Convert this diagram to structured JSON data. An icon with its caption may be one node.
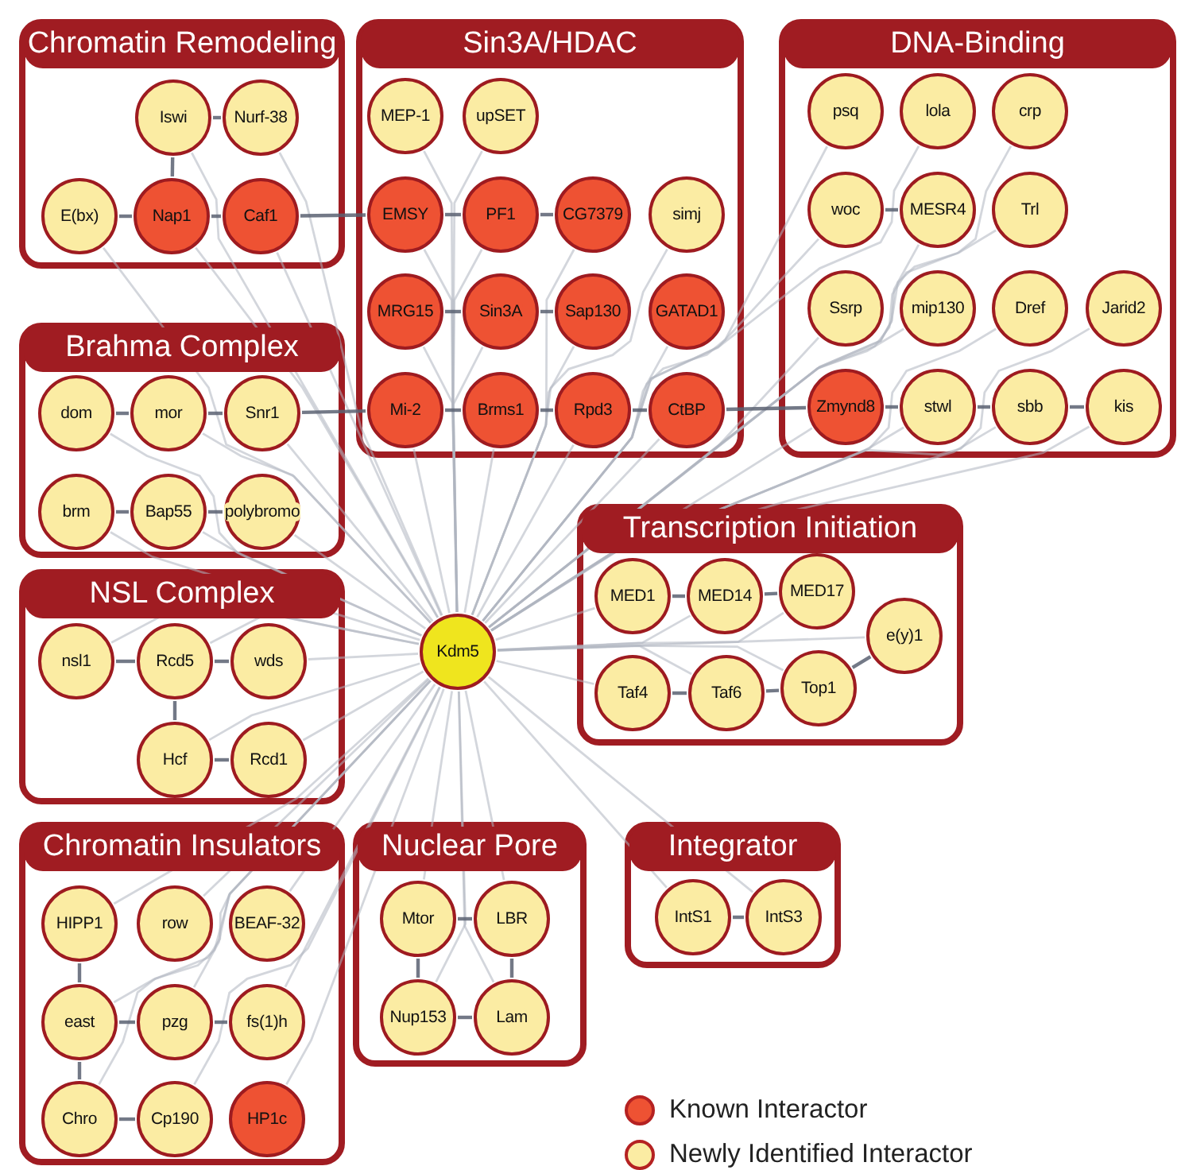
{
  "diagram": {
    "nodes": [
      {
        "text": [
          "Chromatin Remodeling"
        ]
      },
      {
        "text": [
          "Iswi"
        ],
        "in": 0
      },
      {
        "text": [
          "Nurf-38"
        ],
        "in": 0
      },
      {
        "text": [
          "E(bx)"
        ],
        "in": 0
      },
      {
        "text": [
          "Nap1"
        ],
        "in": 0
      },
      {
        "text": [
          "Caf1"
        ],
        "in": 0
      },
      {
        "text": [
          "Sin3A/HDAC"
        ]
      },
      {
        "text": [
          "MEP-1"
        ],
        "in": 6
      },
      {
        "text": [
          "upSET"
        ],
        "in": 6
      },
      {
        "text": [
          "EMSY"
        ],
        "in": 6
      },
      {
        "text": [
          "PF1"
        ],
        "in": 6
      },
      {
        "text": [
          "CG7379"
        ],
        "in": 6
      },
      {
        "text": [
          "simj"
        ],
        "in": 6
      },
      {
        "text": [
          "MRG15"
        ],
        "in": 6
      },
      {
        "text": [
          "Sin3A"
        ],
        "in": 6
      },
      {
        "text": [
          "Sap130"
        ],
        "in": 6
      },
      {
        "text": [
          "GATAD1"
        ],
        "in": 6
      },
      {
        "text": [
          "Mi-2"
        ],
        "in": 6
      },
      {
        "text": [
          "Brms1"
        ],
        "in": 6
      },
      {
        "text": [
          "Rpd3"
        ],
        "in": 6
      },
      {
        "text": [
          "CtBP"
        ],
        "in": 6
      },
      {
        "text": [
          "DNA-Binding"
        ]
      },
      {
        "text": [
          "psq"
        ],
        "in": 21
      },
      {
        "text": [
          "lola"
        ],
        "in": 21
      },
      {
        "text": [
          "crp"
        ],
        "in": 21
      },
      {
        "text": [
          "woc"
        ],
        "in": 21
      },
      {
        "text": [
          "MESR4"
        ],
        "in": 21
      },
      {
        "text": [
          "Trl"
        ],
        "in": 21
      },
      {
        "text": [
          "Ssrp"
        ],
        "in": 21
      },
      {
        "text": [
          "mip130"
        ],
        "in": 21
      },
      {
        "text": [
          "Dref"
        ],
        "in": 21
      },
      {
        "text": [
          "Jarid2"
        ],
        "in": 21
      },
      {
        "text": [
          "Zmynd8"
        ],
        "in": 21
      },
      {
        "text": [
          "stwl"
        ],
        "in": 21
      },
      {
        "text": [
          "sbb"
        ],
        "in": 21
      },
      {
        "text": [
          "kis"
        ],
        "in": 21
      },
      {
        "text": [
          "Brahma Complex"
        ]
      },
      {
        "text": [
          "dom"
        ],
        "in": 36
      },
      {
        "text": [
          "mor"
        ],
        "in": 36
      },
      {
        "text": [
          "Snr1"
        ],
        "in": 36
      },
      {
        "text": [
          "brm"
        ],
        "in": 36
      },
      {
        "text": [
          "Bap55"
        ],
        "in": 36
      },
      {
        "text": [
          "polybromo"
        ],
        "in": 36
      },
      {
        "text": [
          "NSL Complex"
        ]
      },
      {
        "text": [
          "nsl1"
        ],
        "in": 43
      },
      {
        "text": [
          "Rcd5"
        ],
        "in": 43
      },
      {
        "text": [
          "wds"
        ],
        "in": 43
      },
      {
        "text": [
          "Hcf"
        ],
        "in": 43
      },
      {
        "text": [
          "Rcd1"
        ],
        "in": 43
      },
      {
        "text": [
          "Chromatin Insulators"
        ]
      },
      {
        "text": [
          "HIPP1"
        ],
        "in": 49
      },
      {
        "text": [
          "row"
        ],
        "in": 49
      },
      {
        "text": [
          "BEAF-32"
        ],
        "in": 49
      },
      {
        "text": [
          "east"
        ],
        "in": 49
      },
      {
        "text": [
          "pzg"
        ],
        "in": 49
      },
      {
        "text": [
          "fs(1)h"
        ],
        "in": 49
      },
      {
        "text": [
          "Chro"
        ],
        "in": 49
      },
      {
        "text": [
          "Cp190"
        ],
        "in": 49
      },
      {
        "text": [
          "HP1c"
        ],
        "in": 49
      },
      {
        "text": [
          "Nuclear Pore"
        ]
      },
      {
        "text": [
          "Mtor"
        ],
        "in": 59
      },
      {
        "text": [
          "LBR"
        ],
        "in": 59
      },
      {
        "text": [
          "Nup153"
        ],
        "in": 59
      },
      {
        "text": [
          "Lam"
        ],
        "in": 59
      },
      {
        "text": [
          "Transcription Initiation"
        ]
      },
      {
        "text": [
          "MED1"
        ],
        "in": 64
      },
      {
        "text": [
          "MED14"
        ],
        "in": 64
      },
      {
        "text": [
          "MED17"
        ],
        "in": 64
      },
      {
        "text": [
          "e(y)1"
        ],
        "in": 64
      },
      {
        "text": [
          "Taf4"
        ],
        "in": 64
      },
      {
        "text": [
          "Taf6"
        ],
        "in": 64
      },
      {
        "text": [
          "Top1"
        ],
        "in": 64
      },
      {
        "text": [
          "Integrator"
        ]
      },
      {
        "text": [
          "IntS1"
        ],
        "in": 72
      },
      {
        "text": [
          "IntS3"
        ],
        "in": 72
      },
      {
        "text": [
          "Kdm5"
        ]
      }
    ],
    "edges": [
      {
        "from": 75,
        "to": 1,
        "arrow": "none"
      },
      {
        "from": 75,
        "to": 2,
        "arrow": "none"
      },
      {
        "from": 75,
        "to": 3,
        "arrow": "none"
      },
      {
        "from": 75,
        "to": 4,
        "arrow": "none"
      },
      {
        "from": 75,
        "to": 5,
        "arrow": "none"
      },
      {
        "from": 75,
        "to": 7,
        "arrow": "none"
      },
      {
        "from": 75,
        "to": 8,
        "arrow": "none"
      },
      {
        "from": 75,
        "to": 9,
        "arrow": "none"
      },
      {
        "from": 75,
        "to": 10,
        "arrow": "none"
      },
      {
        "from": 75,
        "to": 11,
        "arrow": "none"
      },
      {
        "from": 75,
        "to": 12,
        "arrow": "none"
      },
      {
        "from": 75,
        "to": 13,
        "arrow": "none"
      },
      {
        "from": 75,
        "to": 14,
        "arrow": "none"
      },
      {
        "from": 75,
        "to": 15,
        "arrow": "none"
      },
      {
        "from": 75,
        "to": 16,
        "arrow": "none"
      },
      {
        "from": 75,
        "to": 17,
        "arrow": "none"
      },
      {
        "from": 75,
        "to": 18,
        "arrow": "none"
      },
      {
        "from": 75,
        "to": 19,
        "arrow": "none"
      },
      {
        "from": 75,
        "to": 20,
        "arrow": "none"
      },
      {
        "from": 75,
        "to": 22,
        "arrow": "none"
      },
      {
        "from": 75,
        "to": 23,
        "arrow": "none"
      },
      {
        "from": 75,
        "to": 24,
        "arrow": "none"
      },
      {
        "from": 75,
        "to": 25,
        "arrow": "none"
      },
      {
        "from": 75,
        "to": 26,
        "arrow": "none"
      },
      {
        "from": 75,
        "to": 27,
        "arrow": "none"
      },
      {
        "from": 75,
        "to": 28,
        "arrow": "none"
      },
      {
        "from": 75,
        "to": 29,
        "arrow": "none"
      },
      {
        "from": 75,
        "to": 30,
        "arrow": "none"
      },
      {
        "from": 75,
        "to": 31,
        "arrow": "none"
      },
      {
        "from": 75,
        "to": 32,
        "arrow": "none"
      },
      {
        "from": 75,
        "to": 33,
        "arrow": "none"
      },
      {
        "from": 75,
        "to": 34,
        "arrow": "none"
      },
      {
        "from": 75,
        "to": 35,
        "arrow": "none"
      },
      {
        "from": 75,
        "to": 37,
        "arrow": "none"
      },
      {
        "from": 75,
        "to": 38,
        "arrow": "none"
      },
      {
        "from": 75,
        "to": 39,
        "arrow": "none"
      },
      {
        "from": 75,
        "to": 40,
        "arrow": "none"
      },
      {
        "from": 75,
        "to": 41,
        "arrow": "none"
      },
      {
        "from": 75,
        "to": 42,
        "arrow": "none"
      },
      {
        "from": 75,
        "to": 44,
        "arrow": "none"
      },
      {
        "from": 75,
        "to": 45,
        "arrow": "none"
      },
      {
        "from": 75,
        "to": 46,
        "arrow": "none"
      },
      {
        "from": 75,
        "to": 47,
        "arrow": "none"
      },
      {
        "from": 75,
        "to": 48,
        "arrow": "none"
      },
      {
        "from": 75,
        "to": 50,
        "arrow": "none"
      },
      {
        "from": 75,
        "to": 51,
        "arrow": "none"
      },
      {
        "from": 75,
        "to": 52,
        "arrow": "none"
      },
      {
        "from": 75,
        "to": 53,
        "arrow": "none"
      },
      {
        "from": 75,
        "to": 54,
        "arrow": "none"
      },
      {
        "from": 75,
        "to": 55,
        "arrow": "none"
      },
      {
        "from": 75,
        "to": 56,
        "arrow": "none"
      },
      {
        "from": 75,
        "to": 57,
        "arrow": "none"
      },
      {
        "from": 75,
        "to": 58,
        "arrow": "none"
      },
      {
        "from": 75,
        "to": 60,
        "arrow": "none"
      },
      {
        "from": 75,
        "to": 61,
        "arrow": "none"
      },
      {
        "from": 75,
        "to": 62,
        "arrow": "none"
      },
      {
        "from": 75,
        "to": 63,
        "arrow": "none"
      },
      {
        "from": 75,
        "to": 65,
        "arrow": "none"
      },
      {
        "from": 75,
        "to": 66,
        "arrow": "none"
      },
      {
        "from": 75,
        "to": 67,
        "arrow": "none"
      },
      {
        "from": 75,
        "to": 68,
        "arrow": "none"
      },
      {
        "from": 75,
        "to": 69,
        "arrow": "none"
      },
      {
        "from": 75,
        "to": 70,
        "arrow": "none"
      },
      {
        "from": 75,
        "to": 71,
        "arrow": "none"
      },
      {
        "from": 75,
        "to": 73,
        "arrow": "none"
      },
      {
        "from": 75,
        "to": 74,
        "arrow": "none"
      },
      {
        "from": 1,
        "to": 2,
        "arrow": "none",
        "color": "#5a6272"
      },
      {
        "from": 1,
        "to": 4,
        "arrow": "none",
        "color": "#5a6272"
      },
      {
        "from": 3,
        "to": 4,
        "arrow": "none",
        "color": "#5a6272"
      },
      {
        "from": 4,
        "to": 5,
        "arrow": "none",
        "color": "#5a6272"
      },
      {
        "from": 5,
        "to": 9,
        "arrow": "none",
        "color": "#5a6272"
      },
      {
        "from": 9,
        "to": 10,
        "arrow": "none",
        "color": "#5a6272"
      },
      {
        "from": 10,
        "to": 11,
        "arrow": "none",
        "color": "#5a6272"
      },
      {
        "from": 13,
        "to": 14,
        "arrow": "none",
        "color": "#5a6272"
      },
      {
        "from": 14,
        "to": 15,
        "arrow": "none",
        "color": "#5a6272"
      },
      {
        "from": 17,
        "to": 18,
        "arrow": "none",
        "color": "#5a6272"
      },
      {
        "from": 18,
        "to": 19,
        "arrow": "none",
        "color": "#5a6272"
      },
      {
        "from": 19,
        "to": 20,
        "arrow": "none",
        "color": "#5a6272"
      },
      {
        "from": 20,
        "to": 32,
        "arrow": "none",
        "color": "#5a6272"
      },
      {
        "from": 25,
        "to": 26,
        "arrow": "none",
        "color": "#5a6272"
      },
      {
        "from": 32,
        "to": 33,
        "arrow": "none",
        "color": "#5a6272"
      },
      {
        "from": 33,
        "to": 34,
        "arrow": "none",
        "color": "#5a6272"
      },
      {
        "from": 34,
        "to": 35,
        "arrow": "none",
        "color": "#5a6272"
      },
      {
        "from": 37,
        "to": 38,
        "arrow": "none",
        "color": "#5a6272"
      },
      {
        "from": 38,
        "to": 39,
        "arrow": "none",
        "color": "#5a6272"
      },
      {
        "from": 39,
        "to": 17,
        "arrow": "none",
        "color": "#5a6272"
      },
      {
        "from": 40,
        "to": 41,
        "arrow": "none",
        "color": "#5a6272"
      },
      {
        "from": 41,
        "to": 42,
        "arrow": "none",
        "color": "#5a6272"
      },
      {
        "from": 44,
        "to": 45,
        "arrow": "none",
        "color": "#5a6272"
      },
      {
        "from": 45,
        "to": 46,
        "arrow": "none",
        "color": "#5a6272"
      },
      {
        "from": 45,
        "to": 47,
        "arrow": "none",
        "color": "#5a6272"
      },
      {
        "from": 47,
        "to": 48,
        "arrow": "none",
        "color": "#5a6272"
      },
      {
        "from": 50,
        "to": 53,
        "arrow": "none",
        "color": "#5a6272"
      },
      {
        "from": 53,
        "to": 54,
        "arrow": "none",
        "color": "#5a6272"
      },
      {
        "from": 53,
        "to": 56,
        "arrow": "none",
        "color": "#5a6272"
      },
      {
        "from": 54,
        "to": 55,
        "arrow": "none",
        "color": "#5a6272"
      },
      {
        "from": 56,
        "to": 57,
        "arrow": "none",
        "color": "#5a6272"
      },
      {
        "from": 60,
        "to": 61,
        "arrow": "none",
        "color": "#5a6272"
      },
      {
        "from": 60,
        "to": 62,
        "arrow": "none",
        "color": "#5a6272"
      },
      {
        "from": 61,
        "to": 63,
        "arrow": "none",
        "color": "#5a6272"
      },
      {
        "from": 62,
        "to": 63,
        "arrow": "none",
        "color": "#5a6272"
      },
      {
        "from": 65,
        "to": 66,
        "arrow": "none",
        "color": "#5a6272"
      },
      {
        "from": 66,
        "to": 67,
        "arrow": "none",
        "color": "#5a6272"
      },
      {
        "from": 69,
        "to": 70,
        "arrow": "none",
        "color": "#5a6272"
      },
      {
        "from": 70,
        "to": 71,
        "arrow": "none",
        "color": "#5a6272"
      },
      {
        "from": 71,
        "to": 68,
        "arrow": "none",
        "color": "#5a6272"
      },
      {
        "from": 73,
        "to": 74,
        "arrow": "none",
        "color": "#5a6272"
      }
    ],
    "legend": [
      {
        "text": "Known Interactor",
        "color": "#ee5233"
      },
      {
        "text": "Newly Identified Interactor",
        "color": "#fbeca3"
      }
    ]
  }
}
